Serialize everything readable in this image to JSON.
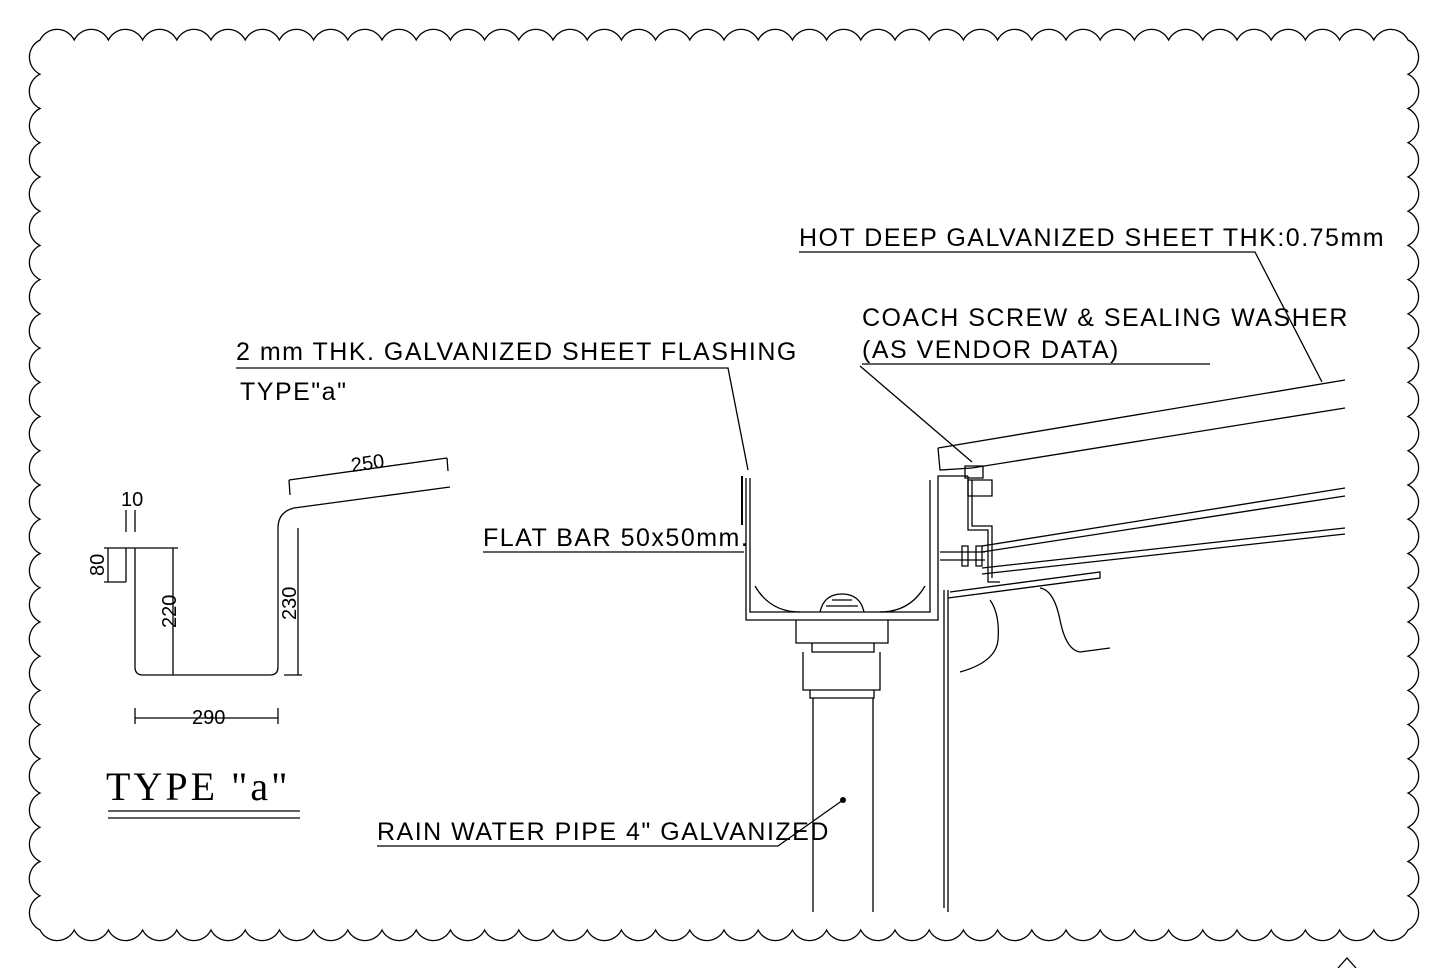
{
  "labels": {
    "hot_deep_sheet": "HOT DEEP GALVANIZED SHEET  THK:0.75mm",
    "coach_screw_1": "COACH SCREW & SEALING WASHER",
    "coach_screw_2": "(AS VENDOR DATA)",
    "flashing": "2 mm THK. GALVANIZED SHEET FLASHING",
    "type_ref": "TYPE\"a\"",
    "flat_bar": "FLAT BAR 50x50mm.",
    "rain_pipe": "RAIN WATER PIPE  4\" GALVANIZED",
    "type_title": "TYPE  \"a\""
  },
  "dimensions": {
    "d250": "250",
    "d10": "10",
    "d80": "80",
    "d220": "220",
    "d230": "230",
    "d290": "290"
  },
  "colors": {
    "ink": "#000000",
    "paper": "#ffffff"
  }
}
